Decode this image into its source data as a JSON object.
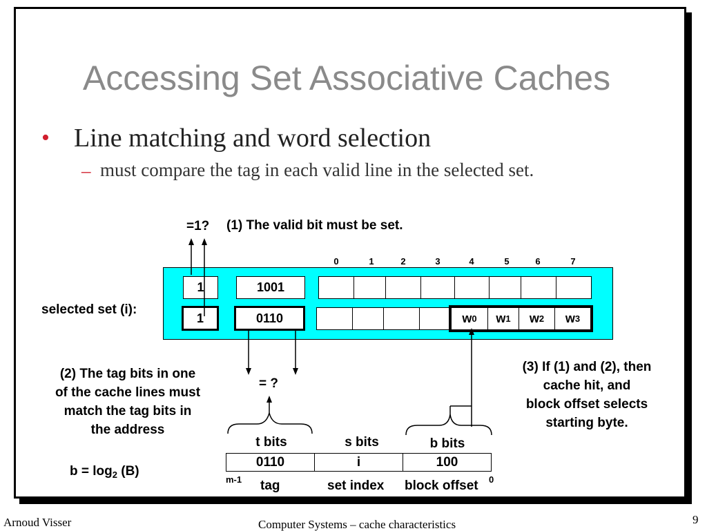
{
  "slide": {
    "title": "Accessing Set Associative Caches",
    "bullet_marker": "•",
    "bullet": "Line matching and word selection",
    "sub_marker": "–",
    "sub": "must compare the tag in each valid line in the selected set."
  },
  "diagram": {
    "eq1": "=1?",
    "note1": "(1) The valid bit must be set.",
    "byte_indices": [
      "0",
      "1",
      "2",
      "3",
      "4",
      "5",
      "6",
      "7"
    ],
    "selected_set_label": "selected set (i):",
    "line1": {
      "valid": "1",
      "tag": "1001"
    },
    "line2": {
      "valid": "1",
      "tag": "0110"
    },
    "words": [
      {
        "base": "w",
        "sub": "0"
      },
      {
        "base": "w",
        "sub": "1"
      },
      {
        "base": "w",
        "sub": "2"
      },
      {
        "base": "w",
        "sub": "3"
      }
    ],
    "note2": [
      "(2) The tag bits in one",
      "of the cache lines must",
      "match the tag bits in",
      "the address"
    ],
    "eq2": "= ?",
    "note3": [
      "(3) If (1) and (2), then",
      "cache hit, and",
      "block  offset selects",
      "starting byte."
    ],
    "formula": {
      "pre": "b = log",
      "sub": "2",
      "post": " (B)"
    },
    "address": {
      "headers": [
        "t bits",
        "s bits",
        "b bits"
      ],
      "values": [
        "0110",
        "i",
        "100"
      ],
      "names": [
        "tag",
        "set index",
        "block offset"
      ],
      "msb": "m-1",
      "lsb": "0"
    }
  },
  "footer": {
    "author": "Arnoud Visser",
    "course": "Computer Systems – cache characteristics",
    "page": "9"
  }
}
